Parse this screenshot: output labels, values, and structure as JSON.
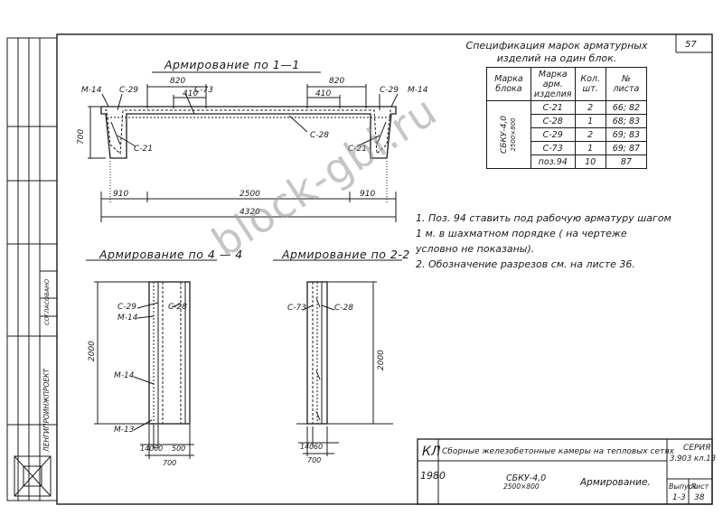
{
  "sheet_number": "57",
  "sections": {
    "s1": "Армирование  по  1—1",
    "s44": "Армирование  по  4 — 4",
    "s22": "Армирование  по  2-2"
  },
  "spec": {
    "title_line1": "Спецификация  марок  арматурных",
    "title_line2": "изделий  на  один  блок.",
    "headers": [
      "Марка блока",
      "Марка арм. изделия",
      "Кол. шт.",
      "№ листа"
    ],
    "block_mark": "СБКУ-4,0",
    "block_size": "2500×800",
    "rows": [
      {
        "mark": "С-21",
        "qty": "2",
        "sheet": "66; 82"
      },
      {
        "mark": "С-28",
        "qty": "1",
        "sheet": "68; 83"
      },
      {
        "mark": "С-29",
        "qty": "2",
        "sheet": "69; 83"
      },
      {
        "mark": "С-73",
        "qty": "1",
        "sheet": "69; 87"
      },
      {
        "mark": "поз.94",
        "qty": "10",
        "sheet": "87"
      }
    ]
  },
  "notes": {
    "n1a": "1. Поз. 94  ставить  под  рабочую  арматуру  шагом",
    "n1b": "1 м. в  шахматном  порядке  ( на  чертеже",
    "n1c": "условно  не  показаны).",
    "n2": "2. Обозначение  разрезов  см.  на  листе  36."
  },
  "labels": {
    "m14": "М-14",
    "m13": "М-13",
    "c29": "С-29",
    "c73": "С-73",
    "c28": "С-28",
    "c21": "С-21",
    "d820": "820",
    "d410": "410",
    "d700": "700",
    "d910": "910",
    "d2500": "2500",
    "d4320": "4320",
    "d2000": "2000",
    "d140": "140",
    "d60": "60",
    "d500": "500",
    "d700b": "700"
  },
  "title_block": {
    "kl": "КЛ",
    "year": "1980",
    "project": "Сборные железобетонные камеры на тепловых сетях",
    "seria_label": "СЕРИЯ",
    "seria_value": "3.903 кл.13",
    "vypusk_label": "Выпуск",
    "vypusk_value": "1-3",
    "list_label": "Лист",
    "list_value": "38",
    "block_mark": "СБКУ-4,0",
    "block_size": "2500×800",
    "drawing_name": "Армирование."
  },
  "side_stamp": {
    "org": "ЛЕНГИПРОИНЖПРОЕКТ",
    "soglasovano": "СОГЛАСОВАНО"
  },
  "watermark": "block-gbi.ru"
}
